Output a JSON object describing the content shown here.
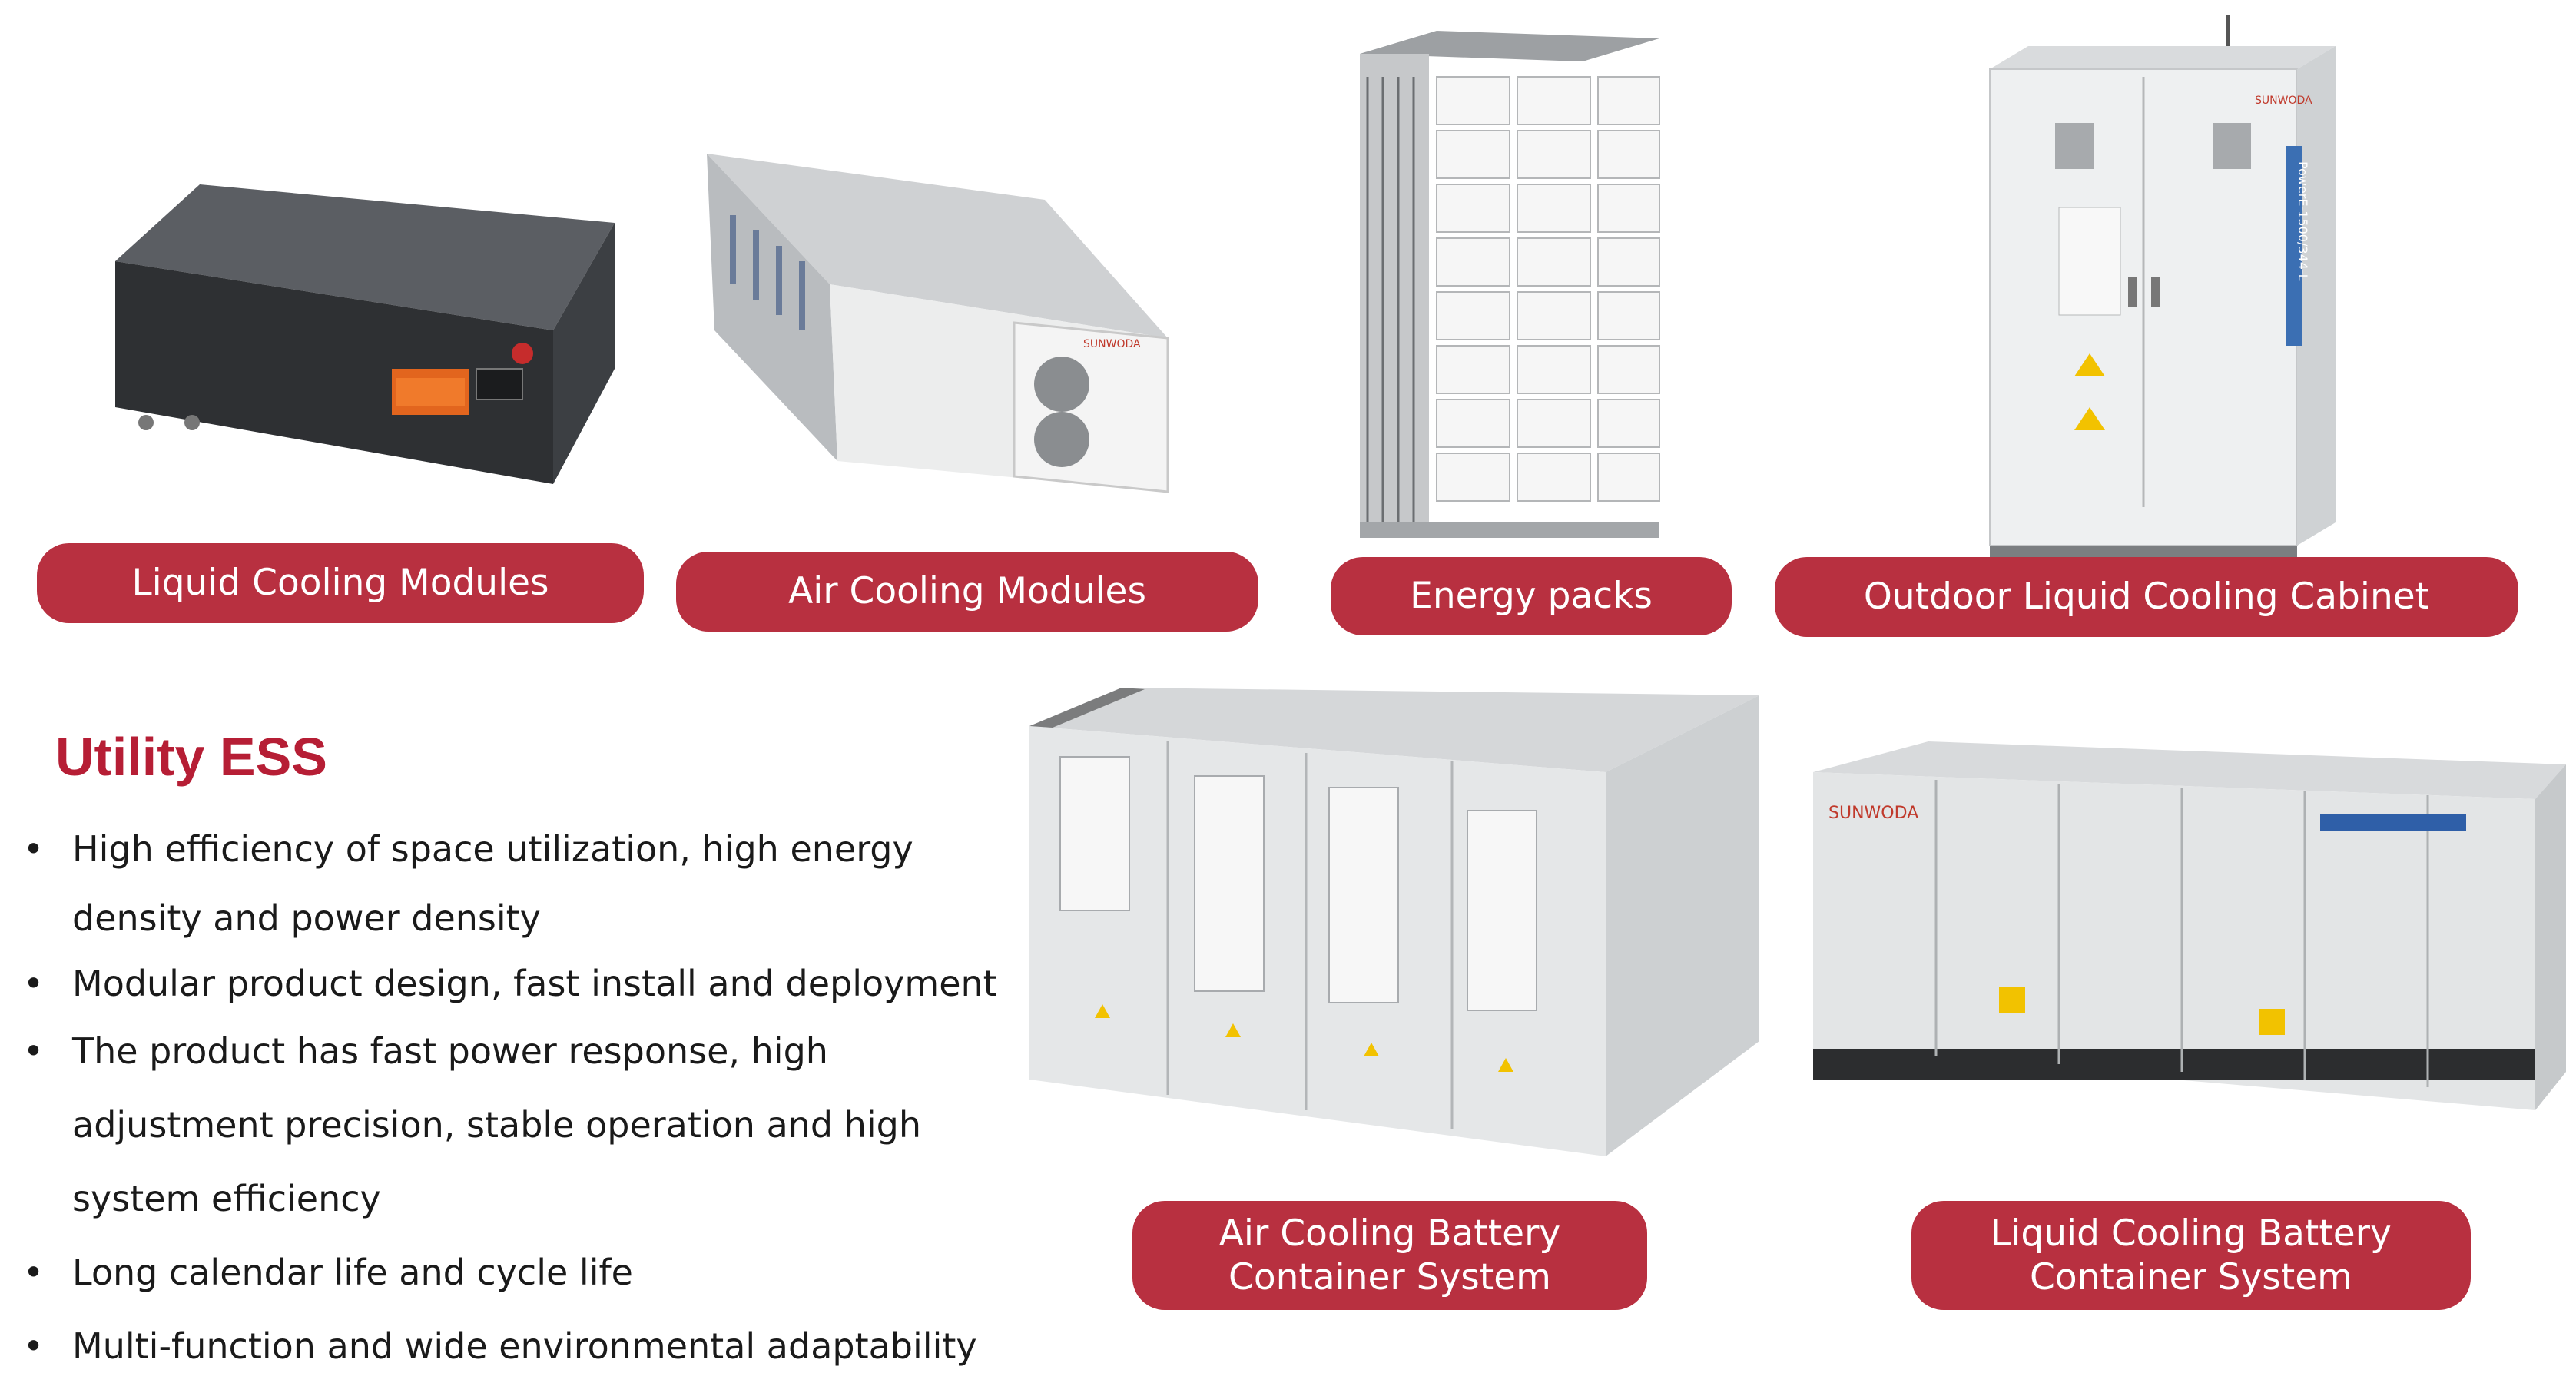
{
  "products": [
    {
      "id": "liquid-module",
      "label_lines": [
        "Liquid Cooling Modules"
      ]
    },
    {
      "id": "air-module",
      "label_lines": [
        "Air Cooling Modules"
      ]
    },
    {
      "id": "energy-packs",
      "label_lines": [
        "Energy packs"
      ]
    },
    {
      "id": "outdoor-cabinet",
      "label_lines": [
        "Outdoor Liquid Cooling Cabinet"
      ]
    },
    {
      "id": "air-container",
      "label_lines": [
        "Air Cooling Battery",
        "Container System"
      ]
    },
    {
      "id": "liquid-container",
      "label_lines": [
        "Liquid Cooling Battery",
        "Container System"
      ]
    }
  ],
  "section": {
    "title": "Utility ESS",
    "bullets": [
      "High efficiency of space utilization, high energy density and power density",
      "Modular product design, fast install and deployment",
      "The product has fast power response, high adjustment precision, stable operation and high system  efficiency",
      "Long calendar life and cycle life",
      "Multi-function and wide environmental adaptability"
    ]
  },
  "brand": {
    "logo_text": "SUNWODA",
    "cabinet_side_label": "PowerE-1500/344-L"
  },
  "colors": {
    "accent": "#b83040",
    "title": "#b61e35",
    "background": "#ffffff"
  }
}
